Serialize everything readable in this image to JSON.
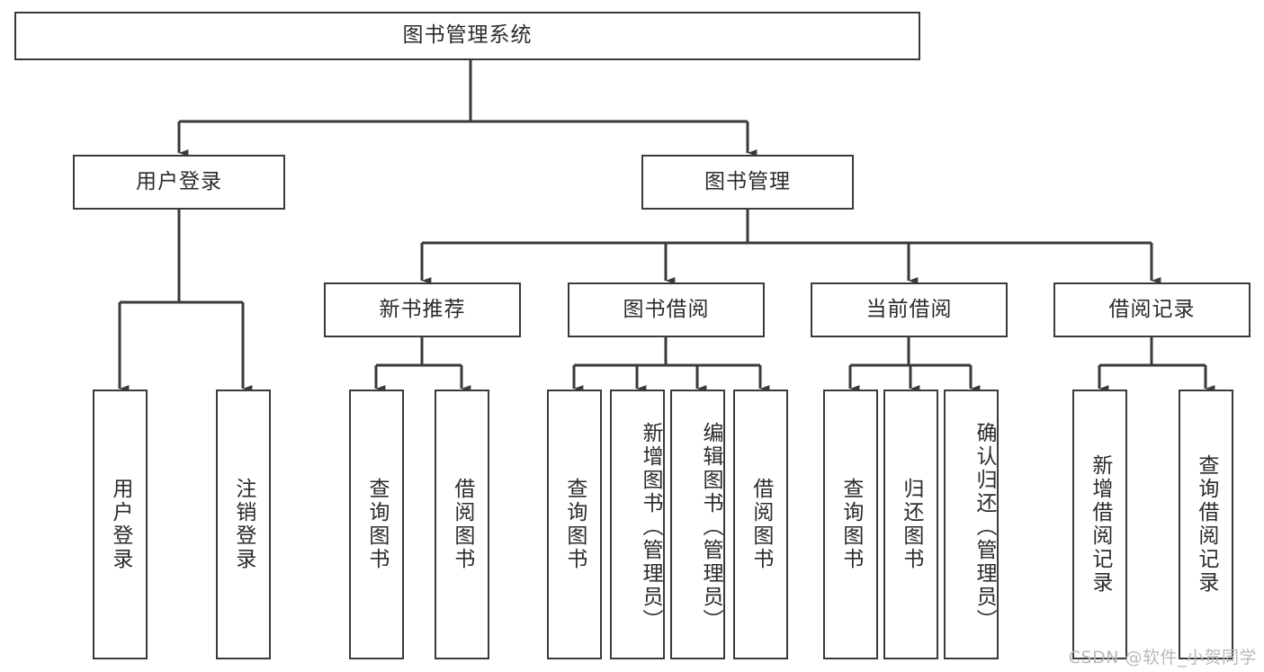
{
  "diagram": {
    "title": "图书管理系统",
    "type": "tree-hierarchy-chart",
    "watermark": "CSDN @软件_小贺同学",
    "colors": {
      "box_border": "#3a3a3a",
      "box_fill": "#ffffff",
      "edge": "#3a3a3a",
      "text": "#2b2b2b",
      "watermark": "#b9b9b9",
      "background": "#ffffff"
    }
  },
  "nodes": {
    "root": {
      "label": "图书管理系统"
    },
    "level1": [
      {
        "id": "user-login",
        "label": "用户登录"
      },
      {
        "id": "book-manage",
        "label": "图书管理"
      }
    ],
    "level2": [
      {
        "id": "new-book-recommend",
        "label": "新书推荐"
      },
      {
        "id": "book-borrow",
        "label": "图书借阅"
      },
      {
        "id": "current-borrow",
        "label": "当前借阅"
      },
      {
        "id": "borrow-record",
        "label": "借阅记录"
      }
    ],
    "leaves": {
      "user_login": [
        {
          "id": "leaf-user-login",
          "label": "用户登录"
        },
        {
          "id": "leaf-logout-login",
          "label": "注销登录"
        }
      ],
      "new_book_recommend": [
        {
          "id": "leaf-query-book-1",
          "label": "查询图书"
        },
        {
          "id": "leaf-borrow-book-1",
          "label": "借阅图书"
        }
      ],
      "book_borrow": [
        {
          "id": "leaf-query-book-2",
          "label": "查询图书"
        },
        {
          "id": "leaf-add-book",
          "label": "新增图书（管理员）"
        },
        {
          "id": "leaf-edit-book",
          "label": "编辑图书（管理员）"
        },
        {
          "id": "leaf-borrow-book-2",
          "label": "借阅图书"
        }
      ],
      "current_borrow": [
        {
          "id": "leaf-query-book-3",
          "label": "查询图书"
        },
        {
          "id": "leaf-return-book",
          "label": "归还图书"
        },
        {
          "id": "leaf-confirm-return",
          "label": "确认归还（管理员）"
        }
      ],
      "borrow_record": [
        {
          "id": "leaf-add-record",
          "label": "新增借阅记录"
        },
        {
          "id": "leaf-query-record",
          "label": "查询借阅记录"
        }
      ]
    }
  }
}
